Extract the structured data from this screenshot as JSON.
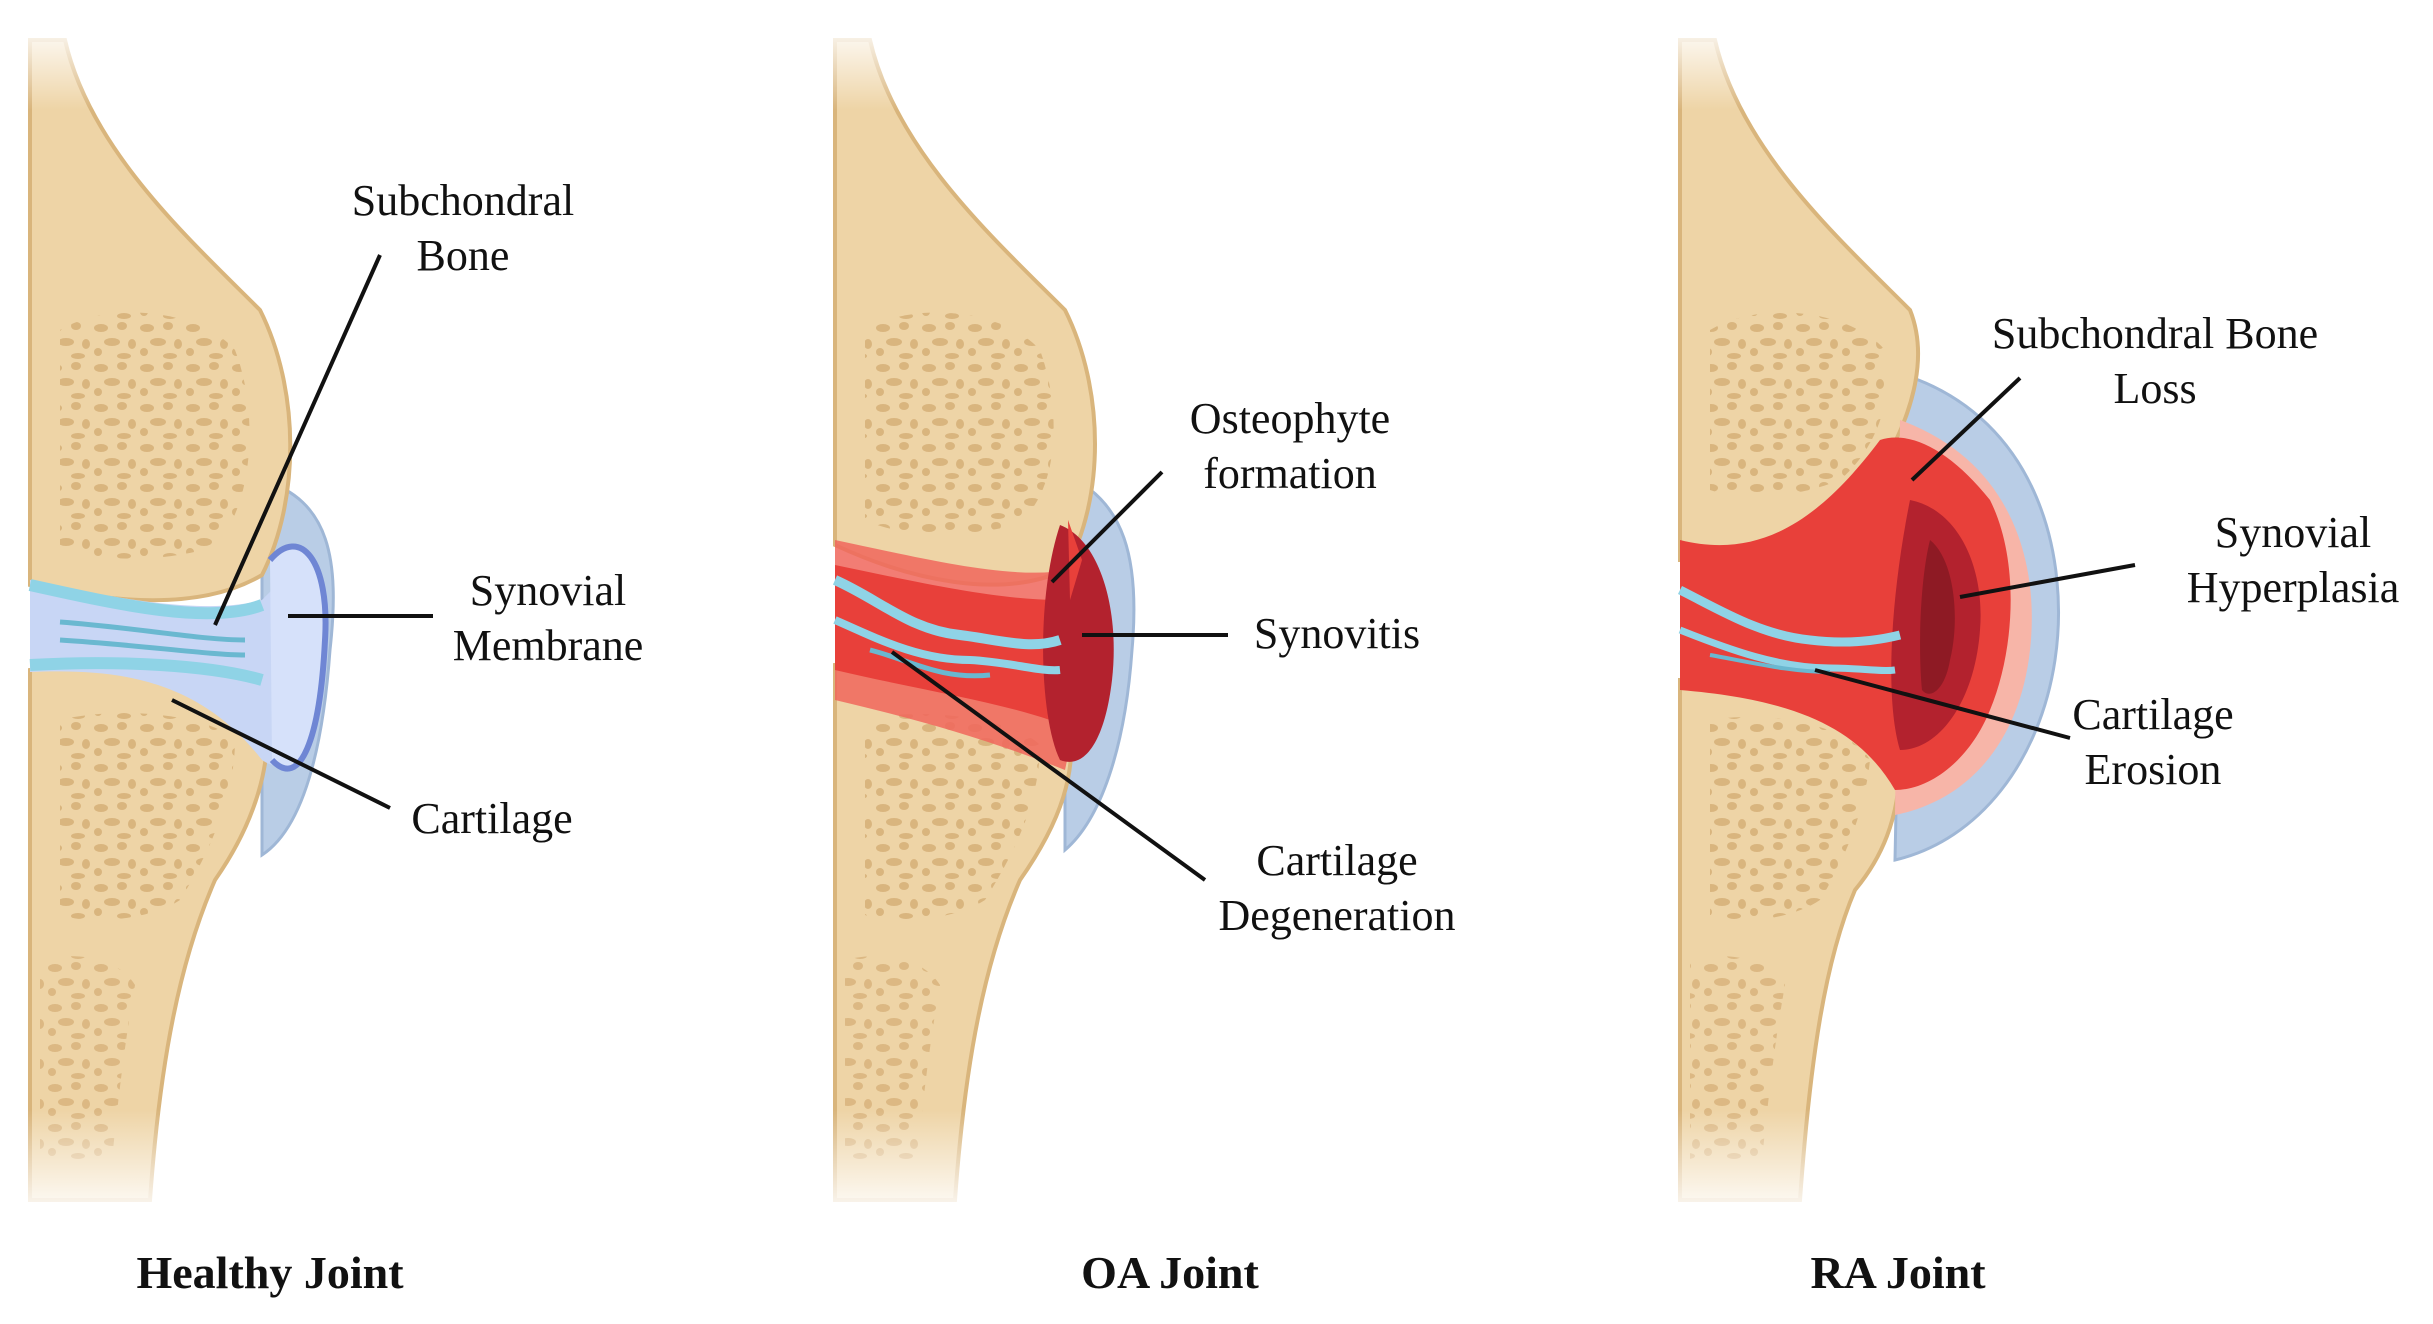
{
  "panels": [
    {
      "title": "Healthy Joint",
      "labels": {
        "subchondral": [
          "Subchondral",
          "Bone"
        ],
        "synovial": [
          "Synovial",
          "Membrane"
        ],
        "cartilage": [
          "Cartilage"
        ]
      }
    },
    {
      "title": "OA Joint",
      "labels": {
        "osteophyte": [
          "Osteophyte",
          "formation"
        ],
        "synovitis": [
          "Synovitis"
        ],
        "cartilage": [
          "Cartilage",
          "Degeneration"
        ]
      }
    },
    {
      "title": "RA Joint",
      "labels": {
        "bone_loss": [
          "Subchondral Bone",
          "Loss"
        ],
        "hyperplasia": [
          "Synovial",
          "Hyperplasia"
        ],
        "erosion": [
          "Cartilage",
          "Erosion"
        ]
      }
    }
  ],
  "colors": {
    "bone": "#eed4a6",
    "bone_outline": "#d9b57c",
    "trabecular": "#d7b17a",
    "cartilage": "#8fd3e6",
    "synovial_fluid": "#c8d6f5",
    "capsule": "#b9cde6",
    "inflammation": "#e8403a",
    "synovitis_dark": "#b3222e",
    "hyperplasia_pink": "#f7b5a8"
  }
}
